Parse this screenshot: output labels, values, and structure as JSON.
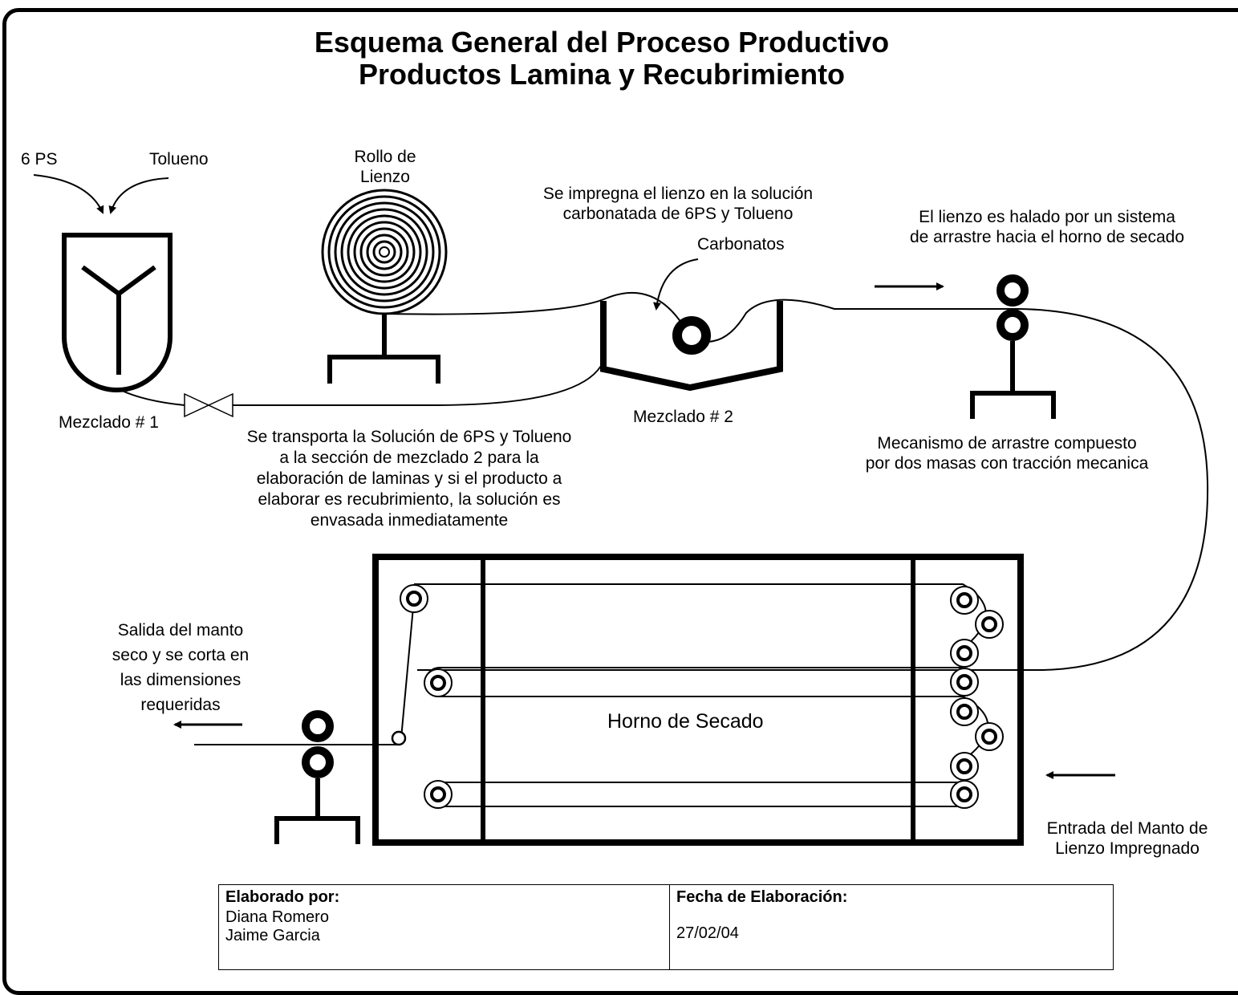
{
  "title": {
    "line1": "Esquema General del Proceso Productivo",
    "line2": "Productos Lamina y Recubrimiento"
  },
  "labels": {
    "ps6": "6 PS",
    "tolueno": "Tolueno",
    "rollo_line1": "Rollo de",
    "rollo_line2": "Lienzo",
    "impregna_line1": "Se impregna el lienzo en la solución",
    "impregna_line2": "carbonatada de 6PS y Tolueno",
    "carbonatos": "Carbonatos",
    "halado_line1": "El lienzo es halado por un sistema",
    "halado_line2": "de arrastre hacia el horno de secado",
    "mezclado1": "Mezclado # 1",
    "mezclado2": "Mezclado # 2",
    "transporta_lines": [
      "Se transporta la Solución de 6PS y Tolueno",
      "a la sección de mezclado 2 para la",
      "elaboración de laminas y si el producto a",
      "elaborar es recubrimiento, la solución es",
      "envasada inmediatamente"
    ],
    "mecanismo_line1": "Mecanismo de arrastre compuesto",
    "mecanismo_line2": "por dos masas con tracción mecanica",
    "salida_lines": [
      "Salida del manto",
      "seco y se corta en",
      "las dimensiones",
      "requeridas"
    ],
    "horno": "Horno de Secado",
    "entrada_line1": "Entrada del Manto de",
    "entrada_line2": "Lienzo Impregnado"
  },
  "table": {
    "elaborado_label": "Elaborado por:",
    "elaborado_names": [
      "Diana Romero",
      "Jaime Garcia"
    ],
    "fecha_label": "Fecha de Elaboración:",
    "fecha_value": "27/02/04"
  }
}
